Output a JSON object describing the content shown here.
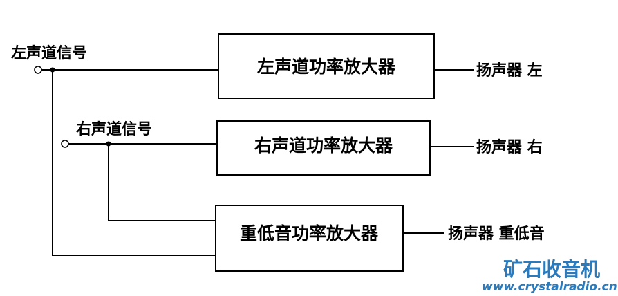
{
  "inputs": {
    "left_signal": "左声道信号",
    "right_signal": "右声道信号"
  },
  "amplifiers": {
    "left": "左声道功率放大器",
    "right": "右声道功率放大器",
    "sub": "重低音功率放大器"
  },
  "speakers": {
    "left": "扬声器 左",
    "right": "扬声器  右",
    "sub": "扬声器  重低音"
  },
  "watermark": {
    "title": "矿石收音机",
    "url": "www.crystalradio.cn",
    "color": "#2a7bbd"
  }
}
